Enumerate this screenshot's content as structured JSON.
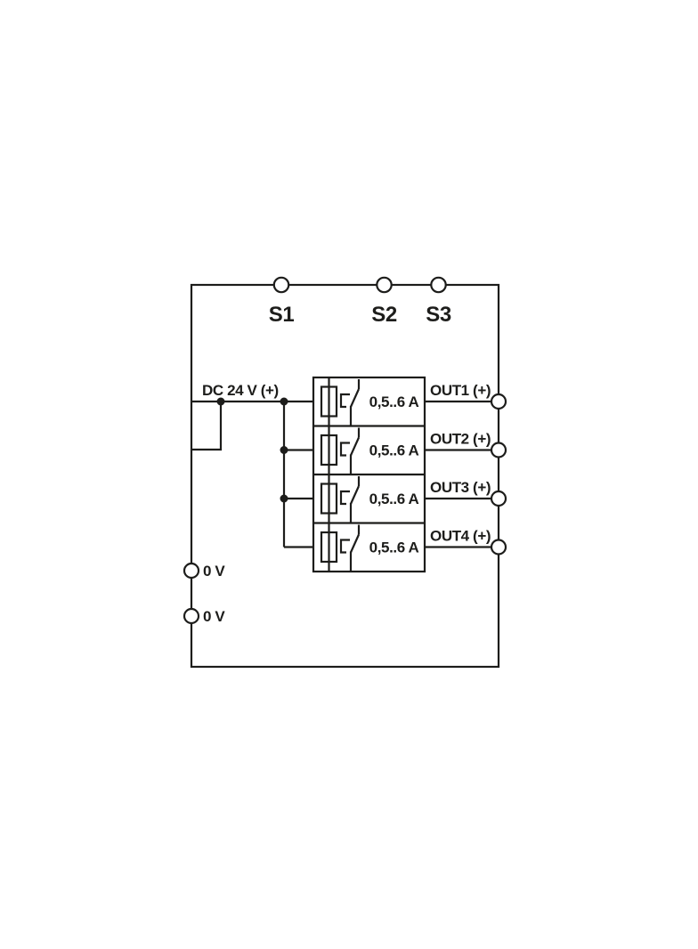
{
  "diagram": {
    "kind": "circuit-breaker-module-wiring-schematic",
    "colors": {
      "line": "#1d1d1b",
      "background": "#ffffff"
    },
    "control_terminals": [
      {
        "label": "S1"
      },
      {
        "label": "S2"
      },
      {
        "label": "S3"
      }
    ],
    "supply": {
      "label": "DC 24 V (+)"
    },
    "channels": [
      {
        "rating": "0,5..6 A",
        "output_label": "OUT1 (+)"
      },
      {
        "rating": "0,5..6 A",
        "output_label": "OUT2 (+)"
      },
      {
        "rating": "0,5..6 A",
        "output_label": "OUT3 (+)"
      },
      {
        "rating": "0,5..6 A",
        "output_label": "OUT4 (+)"
      }
    ],
    "ground_terminals": [
      {
        "label": "0 V"
      },
      {
        "label": "0 V"
      }
    ]
  }
}
